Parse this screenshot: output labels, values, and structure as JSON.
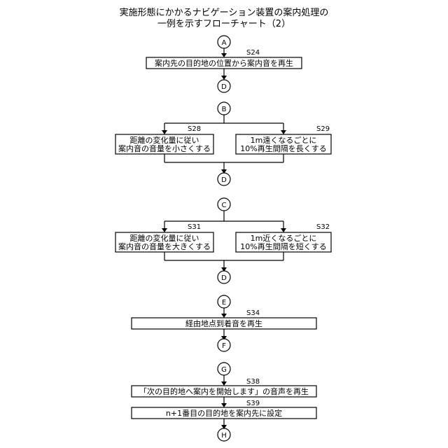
{
  "title": {
    "line1": "実施形態にかかるナビゲーション装置の案内処理の",
    "line2": "一例を示すフローチャート（2）"
  },
  "connectors": {
    "a_top": "A",
    "a_bottom": "D",
    "b_top": "B",
    "b_bottom": "D",
    "c_top": "C",
    "c_bottom": "D",
    "e_top": "E",
    "e_bottom": "F",
    "g_top": "G",
    "g_bottom": "H"
  },
  "steps": {
    "s24": {
      "id": "S24",
      "text": "案内先の目的地の位置から案内音を再生"
    },
    "s28": {
      "id": "S28",
      "line1": "距離の変化量に従い",
      "line2": "案内音の音量を小さくする"
    },
    "s29": {
      "id": "S29",
      "line1": "1m遠くなるごとに",
      "line2": "10%再生間隔を長くする"
    },
    "s31": {
      "id": "S31",
      "line1": "距離の変化量に従い",
      "line2": "案内音の音量を大きくする"
    },
    "s32": {
      "id": "S32",
      "line1": "1m近くなるごとに",
      "line2": "10%再生間隔を短くする"
    },
    "s34": {
      "id": "S34",
      "text": "経由地点到着音を再生"
    },
    "s38": {
      "id": "S38",
      "text": "「次の目的地へ案内を開始します」の音声を再生"
    },
    "s39": {
      "id": "S39",
      "text": "n+1番目の目的地を案内先に設定"
    }
  }
}
